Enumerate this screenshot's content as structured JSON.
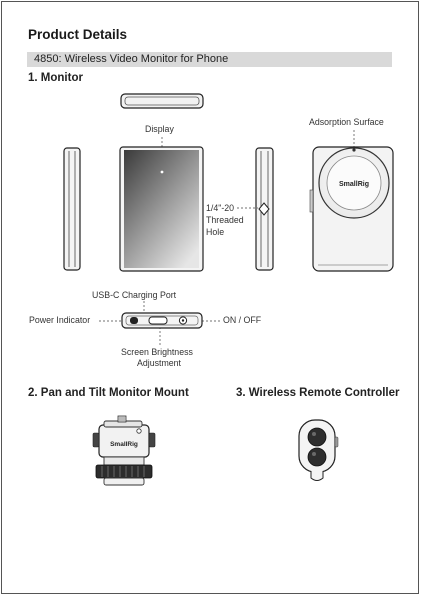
{
  "doc": {
    "title": "Product Details",
    "model_band": "4850: Wireless Video Monitor for Phone"
  },
  "monitor": {
    "heading": "1. Monitor",
    "labels": {
      "display": "Display",
      "adsorption_surface": "Adsorption Surface",
      "threaded_line1": "1/4\"-20",
      "threaded_line2": "Threaded",
      "threaded_line3": "Hole",
      "usbc": "USB-C Charging Port",
      "power_indicator": "Power Indicator",
      "on_off": "ON / OFF",
      "brightness_line1": "Screen Brightness",
      "brightness_line2": "Adjustment"
    },
    "logo_text": "SmallRig"
  },
  "mount": {
    "heading": "2. Pan and Tilt Monitor Mount",
    "logo_text": "SmallRig"
  },
  "remote": {
    "heading": "3. Wireless Remote Controller"
  }
}
